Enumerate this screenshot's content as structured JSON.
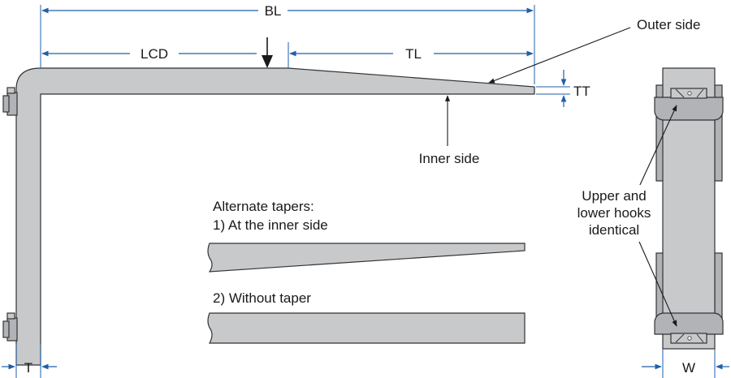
{
  "labels": {
    "bl": "BL",
    "lcd": "LCD",
    "tl": "TL",
    "tt": "TT",
    "t": "T",
    "w": "W",
    "outer_side": "Outer side",
    "inner_side": "Inner side",
    "alternate_tapers": "Alternate tapers:",
    "at_inner_side": "1) At the inner side",
    "without_taper": "2) Without taper",
    "hooks_line1": "Upper and",
    "hooks_line2": "lower hooks",
    "hooks_line3": "identical"
  },
  "colors": {
    "dimension": "#1f5fa8",
    "steel": "#c8c9cb",
    "outline": "#333333",
    "text": "#1a1a1a"
  }
}
